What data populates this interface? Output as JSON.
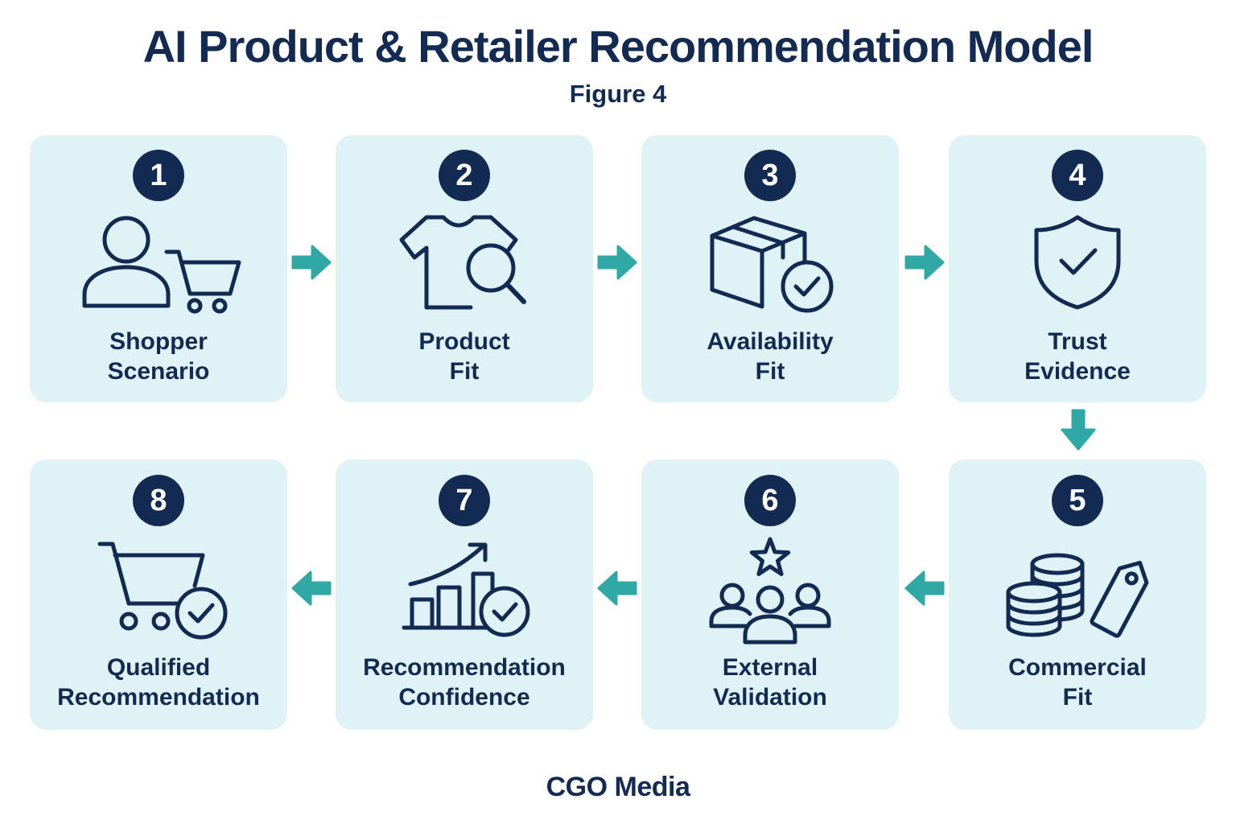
{
  "title": "AI Product & Retailer Recommendation Model",
  "subtitle": "Figure 4",
  "steps": [
    {
      "number": "1",
      "label": [
        "Shopper",
        "Scenario"
      ],
      "icon": "shopper-cart-icon"
    },
    {
      "number": "2",
      "label": [
        "Product",
        "Fit"
      ],
      "icon": "tshirt-search-icon"
    },
    {
      "number": "3",
      "label": [
        "Availability",
        "Fit"
      ],
      "icon": "package-check-icon"
    },
    {
      "number": "4",
      "label": [
        "Trust",
        "Evidence"
      ],
      "icon": "shield-check-icon"
    },
    {
      "number": "5",
      "label": [
        "Commercial",
        "Fit"
      ],
      "icon": "coins-price-tag-icon"
    },
    {
      "number": "6",
      "label": [
        "External",
        "Validation"
      ],
      "icon": "star-people-icon"
    },
    {
      "number": "7",
      "label": [
        "Recommendation",
        "Confidence"
      ],
      "icon": "chart-growth-check-icon"
    },
    {
      "number": "8",
      "label": [
        "Qualified",
        "Recommendation"
      ],
      "icon": "cart-check-icon"
    }
  ],
  "footer": "CGO Media",
  "colors": {
    "navy": "#132a52",
    "card": "#dff3f6",
    "arrow": "#30a8a5"
  }
}
